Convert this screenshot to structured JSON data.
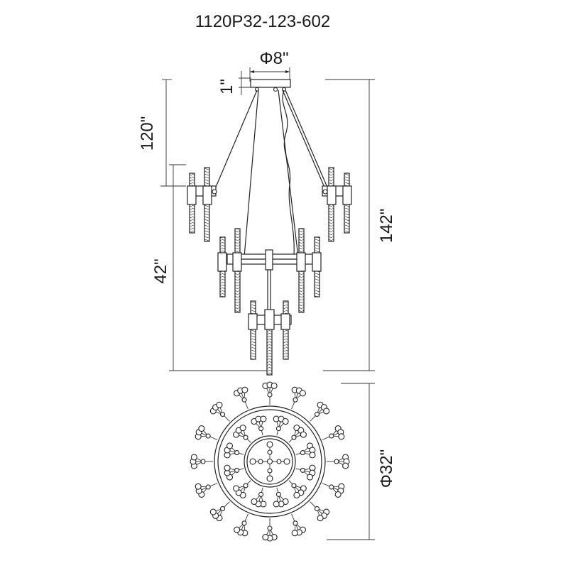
{
  "model_number": "1120P32-123-602",
  "dimensions": {
    "canopy_diameter": "Φ8\"",
    "canopy_height": "1\"",
    "chain_length": "120\"",
    "fixture_height": "42\"",
    "overall_height": "142\"",
    "fixture_diameter": "Φ32\""
  },
  "colors": {
    "line": "#222222",
    "background": "#ffffff"
  }
}
